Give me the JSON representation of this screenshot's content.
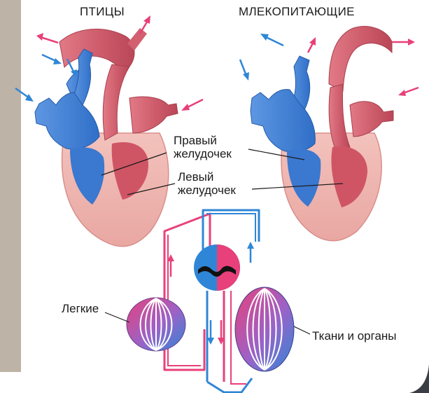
{
  "titles": {
    "birds": "ПТИЦЫ",
    "mammals": "МЛЕКОПИТАЮЩИЕ"
  },
  "labels": {
    "right_ventricle_line1": "Правый",
    "right_ventricle_line2": "желудочек",
    "left_ventricle_line1": "Левый",
    "left_ventricle_line2": "желудочек",
    "lungs": "Легкие",
    "tissues_organs": "Ткани и органы"
  },
  "colors": {
    "venous_blue": "#3f7fd3",
    "arterial_red": "#e05a7a",
    "vessel_red": "#c95a66",
    "heart_wall": "#efb2ae",
    "arrow_pink": "#e8407a",
    "arrow_blue": "#2f86d6",
    "frame_dark": "#3b3f45",
    "left_bar": "#bdb3a6"
  }
}
